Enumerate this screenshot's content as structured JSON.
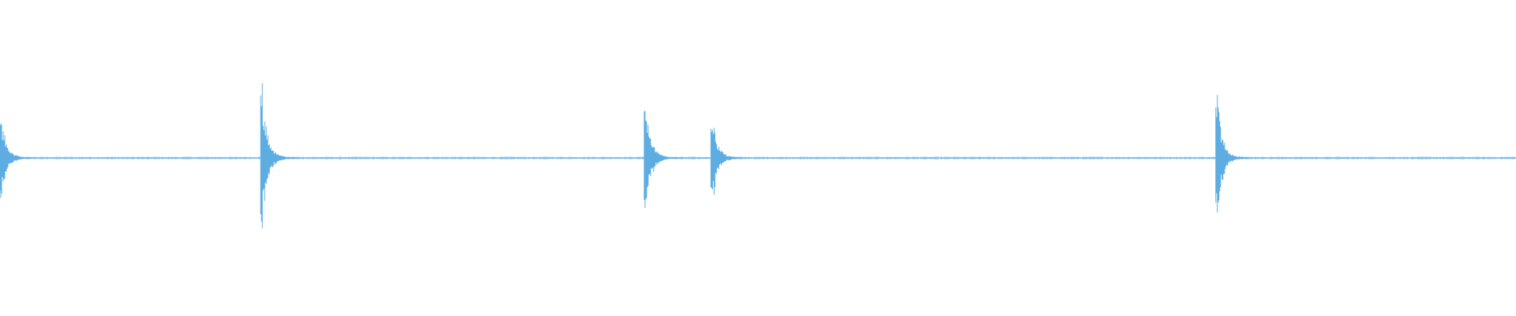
{
  "colors": {
    "background": "#ffffff",
    "waveform": "#5dade2"
  },
  "chart_data": {
    "type": "line",
    "title": "",
    "xlabel": "",
    "ylabel": "",
    "ylim": [
      -1,
      1
    ],
    "grid": false,
    "legend": "none",
    "baseline_amplitude": 0.01,
    "transients": [
      {
        "x": 0.0,
        "amplitude": 0.34
      },
      {
        "x": 0.173,
        "amplitude": 0.45
      },
      {
        "x": 0.426,
        "amplitude": 0.37
      },
      {
        "x": 0.47,
        "amplitude": 0.28
      },
      {
        "x": 0.803,
        "amplitude": 0.39
      }
    ]
  }
}
